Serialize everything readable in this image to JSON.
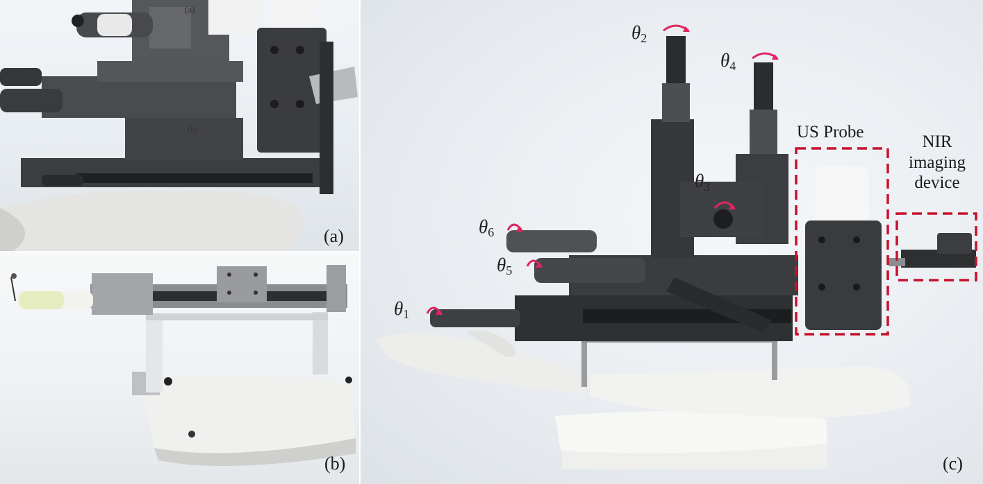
{
  "panels": {
    "a": {
      "label": "(a)",
      "inset_labels": [
        "(a)",
        "(b)"
      ]
    },
    "b": {
      "label": "(b)"
    },
    "c": {
      "label": "(c)"
    }
  },
  "joints": [
    {
      "symbol": "θ",
      "index": "1"
    },
    {
      "symbol": "θ",
      "index": "2"
    },
    {
      "symbol": "θ",
      "index": "3"
    },
    {
      "symbol": "θ",
      "index": "4"
    },
    {
      "symbol": "θ",
      "index": "5"
    },
    {
      "symbol": "θ",
      "index": "6"
    }
  ],
  "annotations": {
    "us_probe": "US Probe",
    "nir_line1": "NIR",
    "nir_line2": "imaging",
    "nir_line3": "device"
  },
  "colors": {
    "highlight_box": "#c8102e",
    "rotation_arrow": "#e0245e"
  }
}
